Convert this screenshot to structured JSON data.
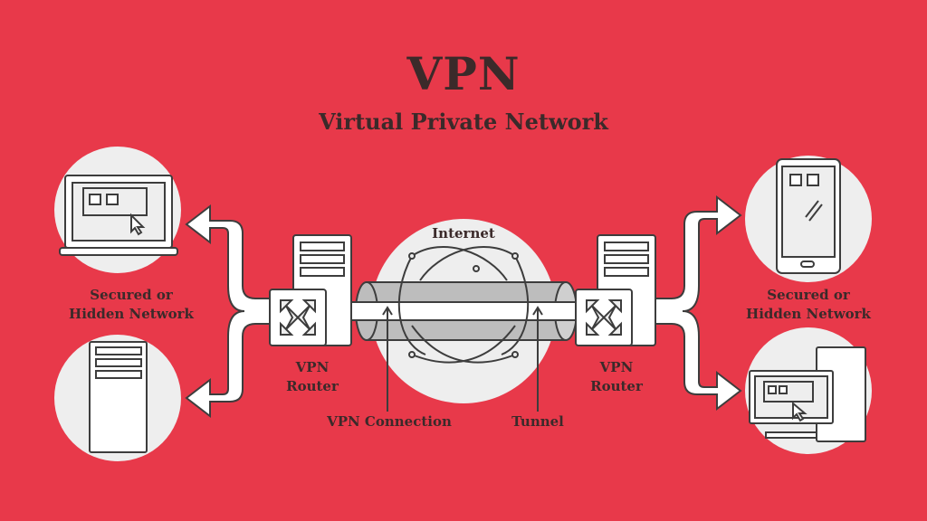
{
  "header": {
    "title": "VPN",
    "subtitle": "Virtual Private Network"
  },
  "labels": {
    "left_network": [
      "Secured or",
      "Hidden Network"
    ],
    "right_network": [
      "Secured or",
      "Hidden Network"
    ],
    "left_router": [
      "VPN",
      "Router"
    ],
    "right_router": [
      "VPN",
      "Router"
    ],
    "internet": "Internet",
    "vpn_connection": "VPN Connection",
    "tunnel": "Tunnel"
  },
  "colors": {
    "background": "#e8394a",
    "circle": "#eeeeee",
    "stroke": "#3d3d3d",
    "device_fill": "#ffffff",
    "tunnel_fill": "#bdbdbd",
    "text": "#3b2a2a"
  },
  "nodes": [
    {
      "id": "laptop",
      "side": "left",
      "icon": "laptop-icon"
    },
    {
      "id": "server-tower",
      "side": "left",
      "icon": "server-icon"
    },
    {
      "id": "left-vpn-router",
      "icon": "router-icon"
    },
    {
      "id": "internet",
      "icon": "globe-network-icon"
    },
    {
      "id": "right-vpn-router",
      "icon": "router-icon"
    },
    {
      "id": "tablet",
      "side": "right",
      "icon": "tablet-icon"
    },
    {
      "id": "desktop",
      "side": "right",
      "icon": "desktop-computer-icon"
    }
  ]
}
